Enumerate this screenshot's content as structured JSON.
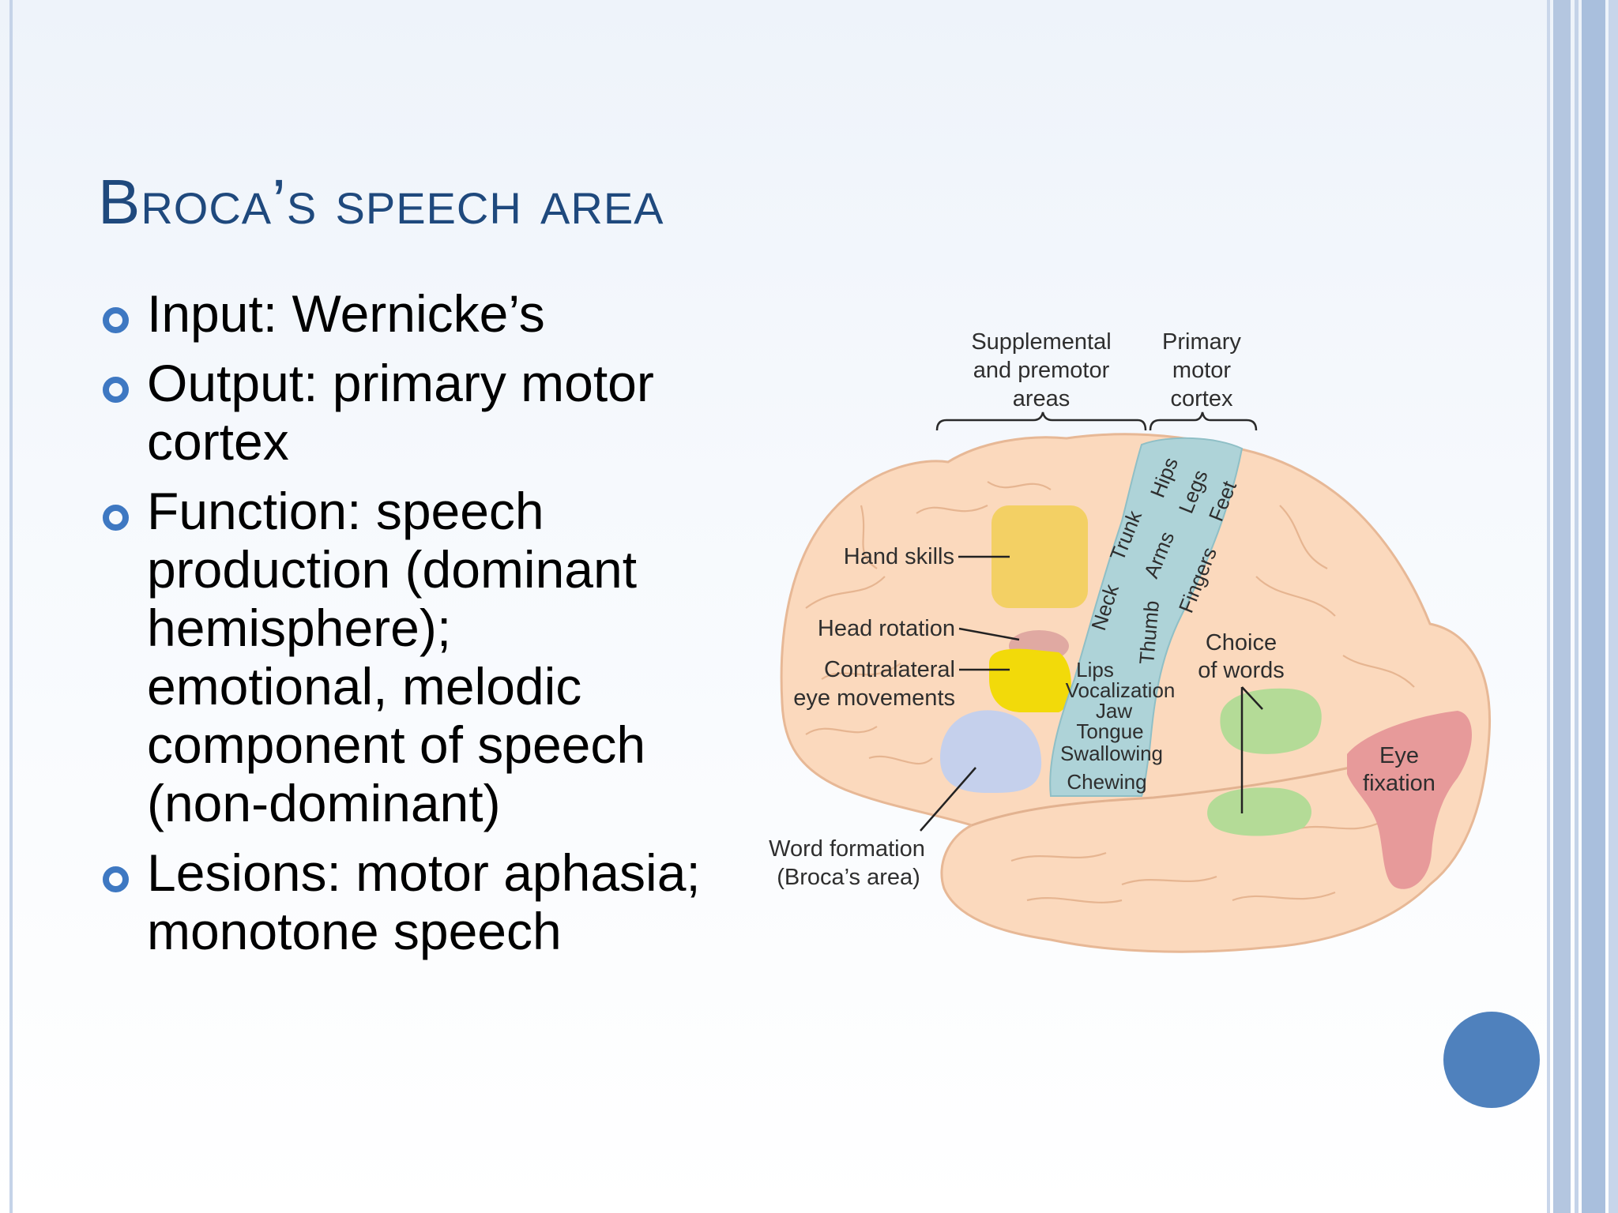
{
  "slide": {
    "title": "Broca’s speech area",
    "bullets": [
      "Input: Wernicke’s",
      "Output: primary motor cortex",
      "Function: speech production (dominant hemisphere); emotional, melodic component of speech (non-dominant)",
      "Lesions: motor aphasia; monotone speech"
    ]
  },
  "diagram": {
    "header_left": [
      "Supplemental",
      "and premotor",
      "areas"
    ],
    "header_right": [
      "Primary",
      "motor",
      "cortex"
    ],
    "strip_labels": [
      "Hips",
      "Legs",
      "Feet",
      "Trunk",
      "Arms",
      "Fingers",
      "Neck",
      "Thumb"
    ],
    "face_labels": [
      "Lips",
      "Vocalization",
      "Jaw",
      "Tongue",
      "Swallowing",
      "Chewing"
    ],
    "hand_skills": "Hand skills",
    "head_rotation": "Head rotation",
    "contralateral": [
      "Contralateral",
      "eye movements"
    ],
    "word_formation": [
      "Word formation",
      "(Broca’s area)"
    ],
    "choice_of_words": [
      "Choice",
      "of words"
    ],
    "eye_fixation": [
      "Eye",
      "fixation"
    ]
  },
  "colors": {
    "title": "#1f497d",
    "bullet_marker": "#3e78c2",
    "accent_circle": "#4f81bd",
    "brain_fill": "#fbd9bd",
    "motor_strip": "#aed3d8",
    "hand_skills_area": "#f3d064",
    "eye_movement_area": "#f2da0a",
    "head_rotation_area": "#e0a9a2",
    "broca_area": "#c5d0ec",
    "choice_area": "#b4db97",
    "eye_fixation_area": "#e79a9a"
  }
}
